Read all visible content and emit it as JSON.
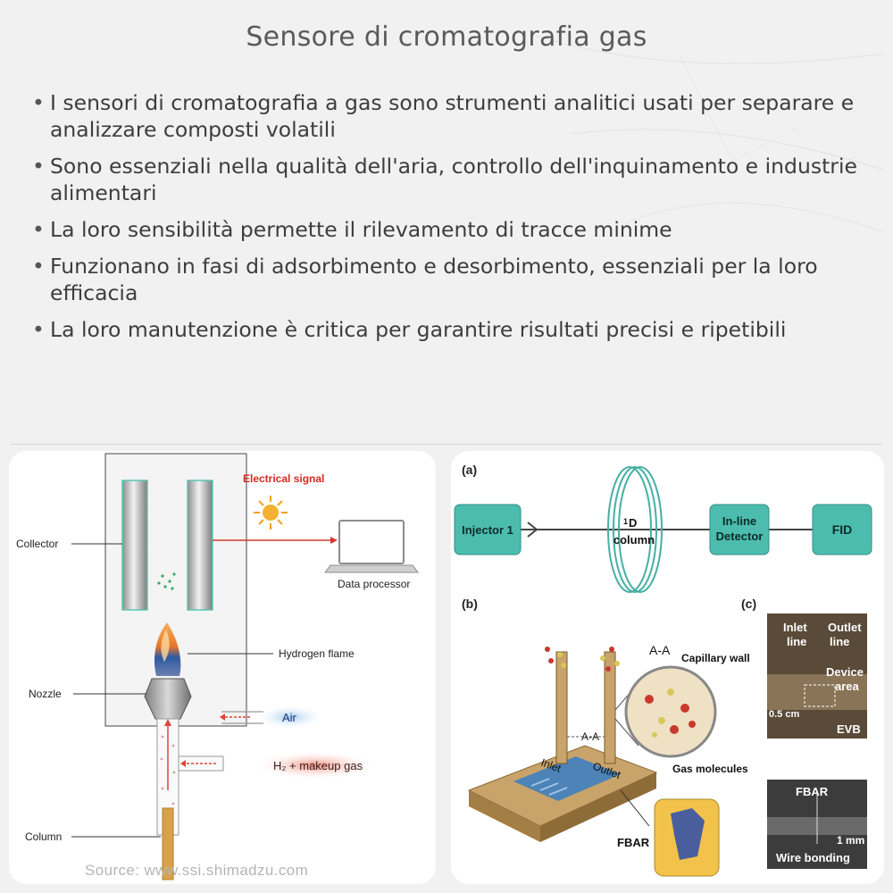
{
  "title": "Sensore di cromatografia gas",
  "bullets": [
    "I sensori di cromatografia a gas sono strumenti analitici usati per separare e analizzare composti volatili",
    "Sono essenziali nella qualità dell'aria, controllo dell'inquinamento e industrie alimentari",
    "La loro sensibilità permette il rilevamento di tracce minime",
    "Funzionano in fasi di adsorbimento e desorbimento, essenziali per la loro efficacia",
    "La loro manutenzione è critica per garantire risultati precisi e ripetibili"
  ],
  "left_diagram": {
    "electrical_signal": "Electrical signal",
    "collector": "Collector",
    "data_processor": "Data processor",
    "hydrogen_flame": "Hydrogen flame",
    "nozzle": "Nozzle",
    "air": "Air",
    "h2_makeup": "H₂ + makeup gas",
    "column": "Column",
    "source": "Source: www.ssi.shimadzu.com"
  },
  "right_diagram": {
    "label_a": "(a)",
    "label_b": "(b)",
    "label_c": "(c)",
    "injector": "Injector 1",
    "column_sup": "1",
    "column_d": "D",
    "column_word": "column",
    "inline_1": "In-line",
    "inline_2": "Detector",
    "fid": "FID",
    "aa": "A-A",
    "capillary_wall": "Capillary wall",
    "gas_molecules": "Gas molecules",
    "inlet": "Inlet",
    "outlet": "Outlet",
    "aa_cut": "A-A",
    "fbar": "FBAR",
    "inlet_line_1": "Inlet",
    "inlet_line_2": "line",
    "outlet_line_1": "Outlet",
    "outlet_line_2": "line",
    "device_area_1": "Device",
    "device_area_2": "area",
    "scale_05": "0.5 cm",
    "evb": "EVB",
    "fbar_photo": "FBAR",
    "scale_1mm": "1 mm",
    "wire_bonding": "Wire bonding"
  },
  "colors": {
    "flame_red": "#d83a2a",
    "teal_box": "#47b8a8",
    "accent_red": "#c8261e"
  }
}
